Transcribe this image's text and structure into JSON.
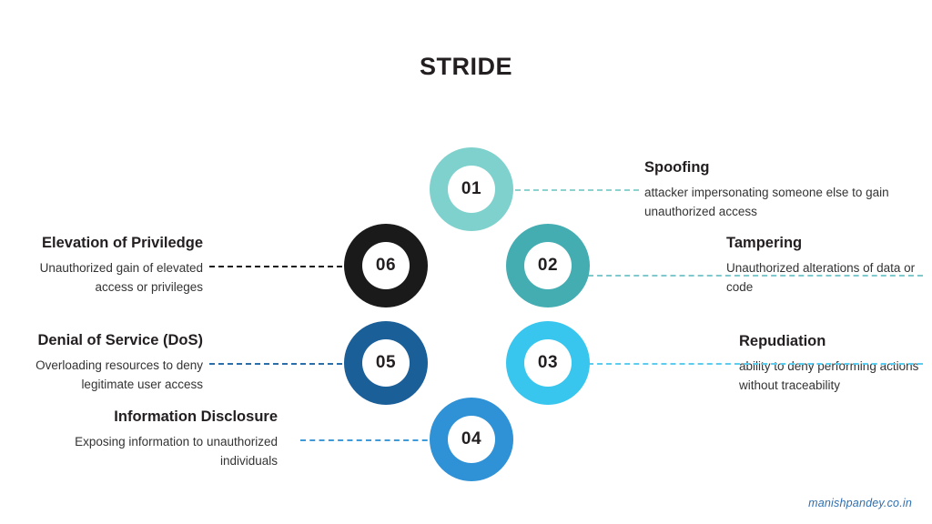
{
  "title": "STRIDE",
  "watermark": "manishpandey.co.in",
  "colors": {
    "node_01": "#7fd1cd",
    "node_02": "#44adb2",
    "node_03": "#38c6ee",
    "node_04": "#2f92d6",
    "node_05": "#1b5f99",
    "node_06": "#1a1a1a",
    "title_text": "#231f20",
    "body_text": "#333333",
    "watermark": "#2e6fb0",
    "background": "#ffffff"
  },
  "nodes": [
    {
      "number": "01",
      "side": "right",
      "color": "#7fd1cd"
    },
    {
      "number": "02",
      "side": "right",
      "color": "#44adb2"
    },
    {
      "number": "03",
      "side": "right",
      "color": "#38c6ee"
    },
    {
      "number": "04",
      "side": "left",
      "color": "#2f92d6"
    },
    {
      "number": "05",
      "side": "left",
      "color": "#1b5f99"
    },
    {
      "number": "06",
      "side": "left",
      "color": "#1a1a1a"
    }
  ],
  "items": [
    {
      "number": "01",
      "heading": "Spoofing",
      "body": " attacker impersonating someone else to gain unauthorized access"
    },
    {
      "number": "02",
      "heading": "Tampering",
      "body": "Unauthorized alterations of data or code"
    },
    {
      "number": "03",
      "heading": "Repudiation",
      "body": "ability to deny performing actions without traceability"
    },
    {
      "number": "04",
      "heading": "Information Disclosure",
      "body": "Exposing information to unauthorized individuals"
    },
    {
      "number": "05",
      "heading": "Denial of Service (DoS)",
      "body": "Overloading resources to deny legitimate user access"
    },
    {
      "number": "06",
      "heading": "Elevation of Priviledge",
      "body": "Unauthorized gain of elevated access or privileges"
    }
  ]
}
